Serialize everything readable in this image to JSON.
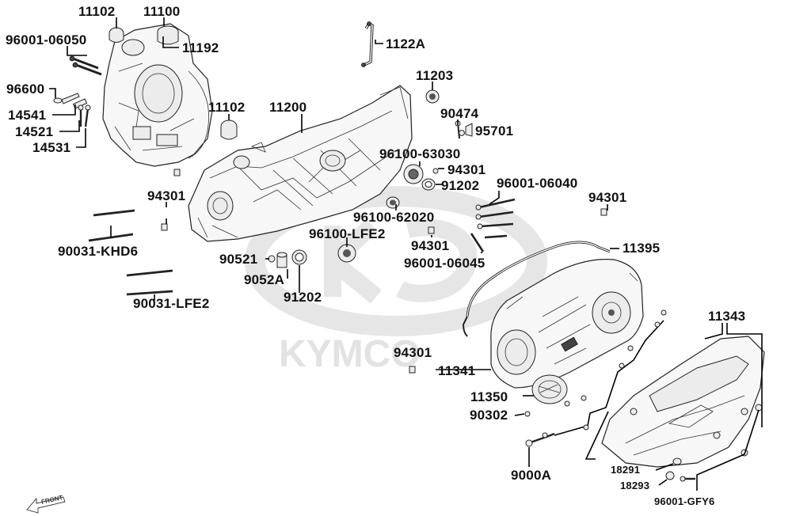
{
  "watermark": {
    "brand": "KYMCO",
    "color": "#e0e0e0"
  },
  "front_marker": "FRONT",
  "labels": {
    "p11102a": "11102",
    "p11100": "11100",
    "p96001_06050": "96001-06050",
    "p11192": "11192",
    "p96600": "96600",
    "p14541": "14541",
    "p14521": "14521",
    "p14531": "14531",
    "p11102b": "11102",
    "p11200": "11200",
    "p1122A": "1122A",
    "p11203": "11203",
    "p90474": "90474",
    "p95701": "95701",
    "p96100_63030": "96100-63030",
    "p94301a": "94301",
    "p91202a": "91202",
    "p96001_06040": "96001-06040",
    "p94301b": "94301",
    "p94301c": "94301",
    "p96100_62020": "96100-62020",
    "p96100_LFE2": "96100-LFE2",
    "p94301d": "94301",
    "p96001_06045": "96001-06045",
    "p11395": "11395",
    "p90031_KHD6": "90031-KHD6",
    "p90521": "90521",
    "p9052A": "9052A",
    "p91202b": "91202",
    "p90031_LFE2": "90031-LFE2",
    "p11343": "11343",
    "p94301e": "94301",
    "p11341": "11341",
    "p11350": "11350",
    "p90302": "90302",
    "p9000A": "9000A",
    "p18291": "18291",
    "p18293": "18293",
    "p96001_GFY6": "96001-GFY6"
  }
}
